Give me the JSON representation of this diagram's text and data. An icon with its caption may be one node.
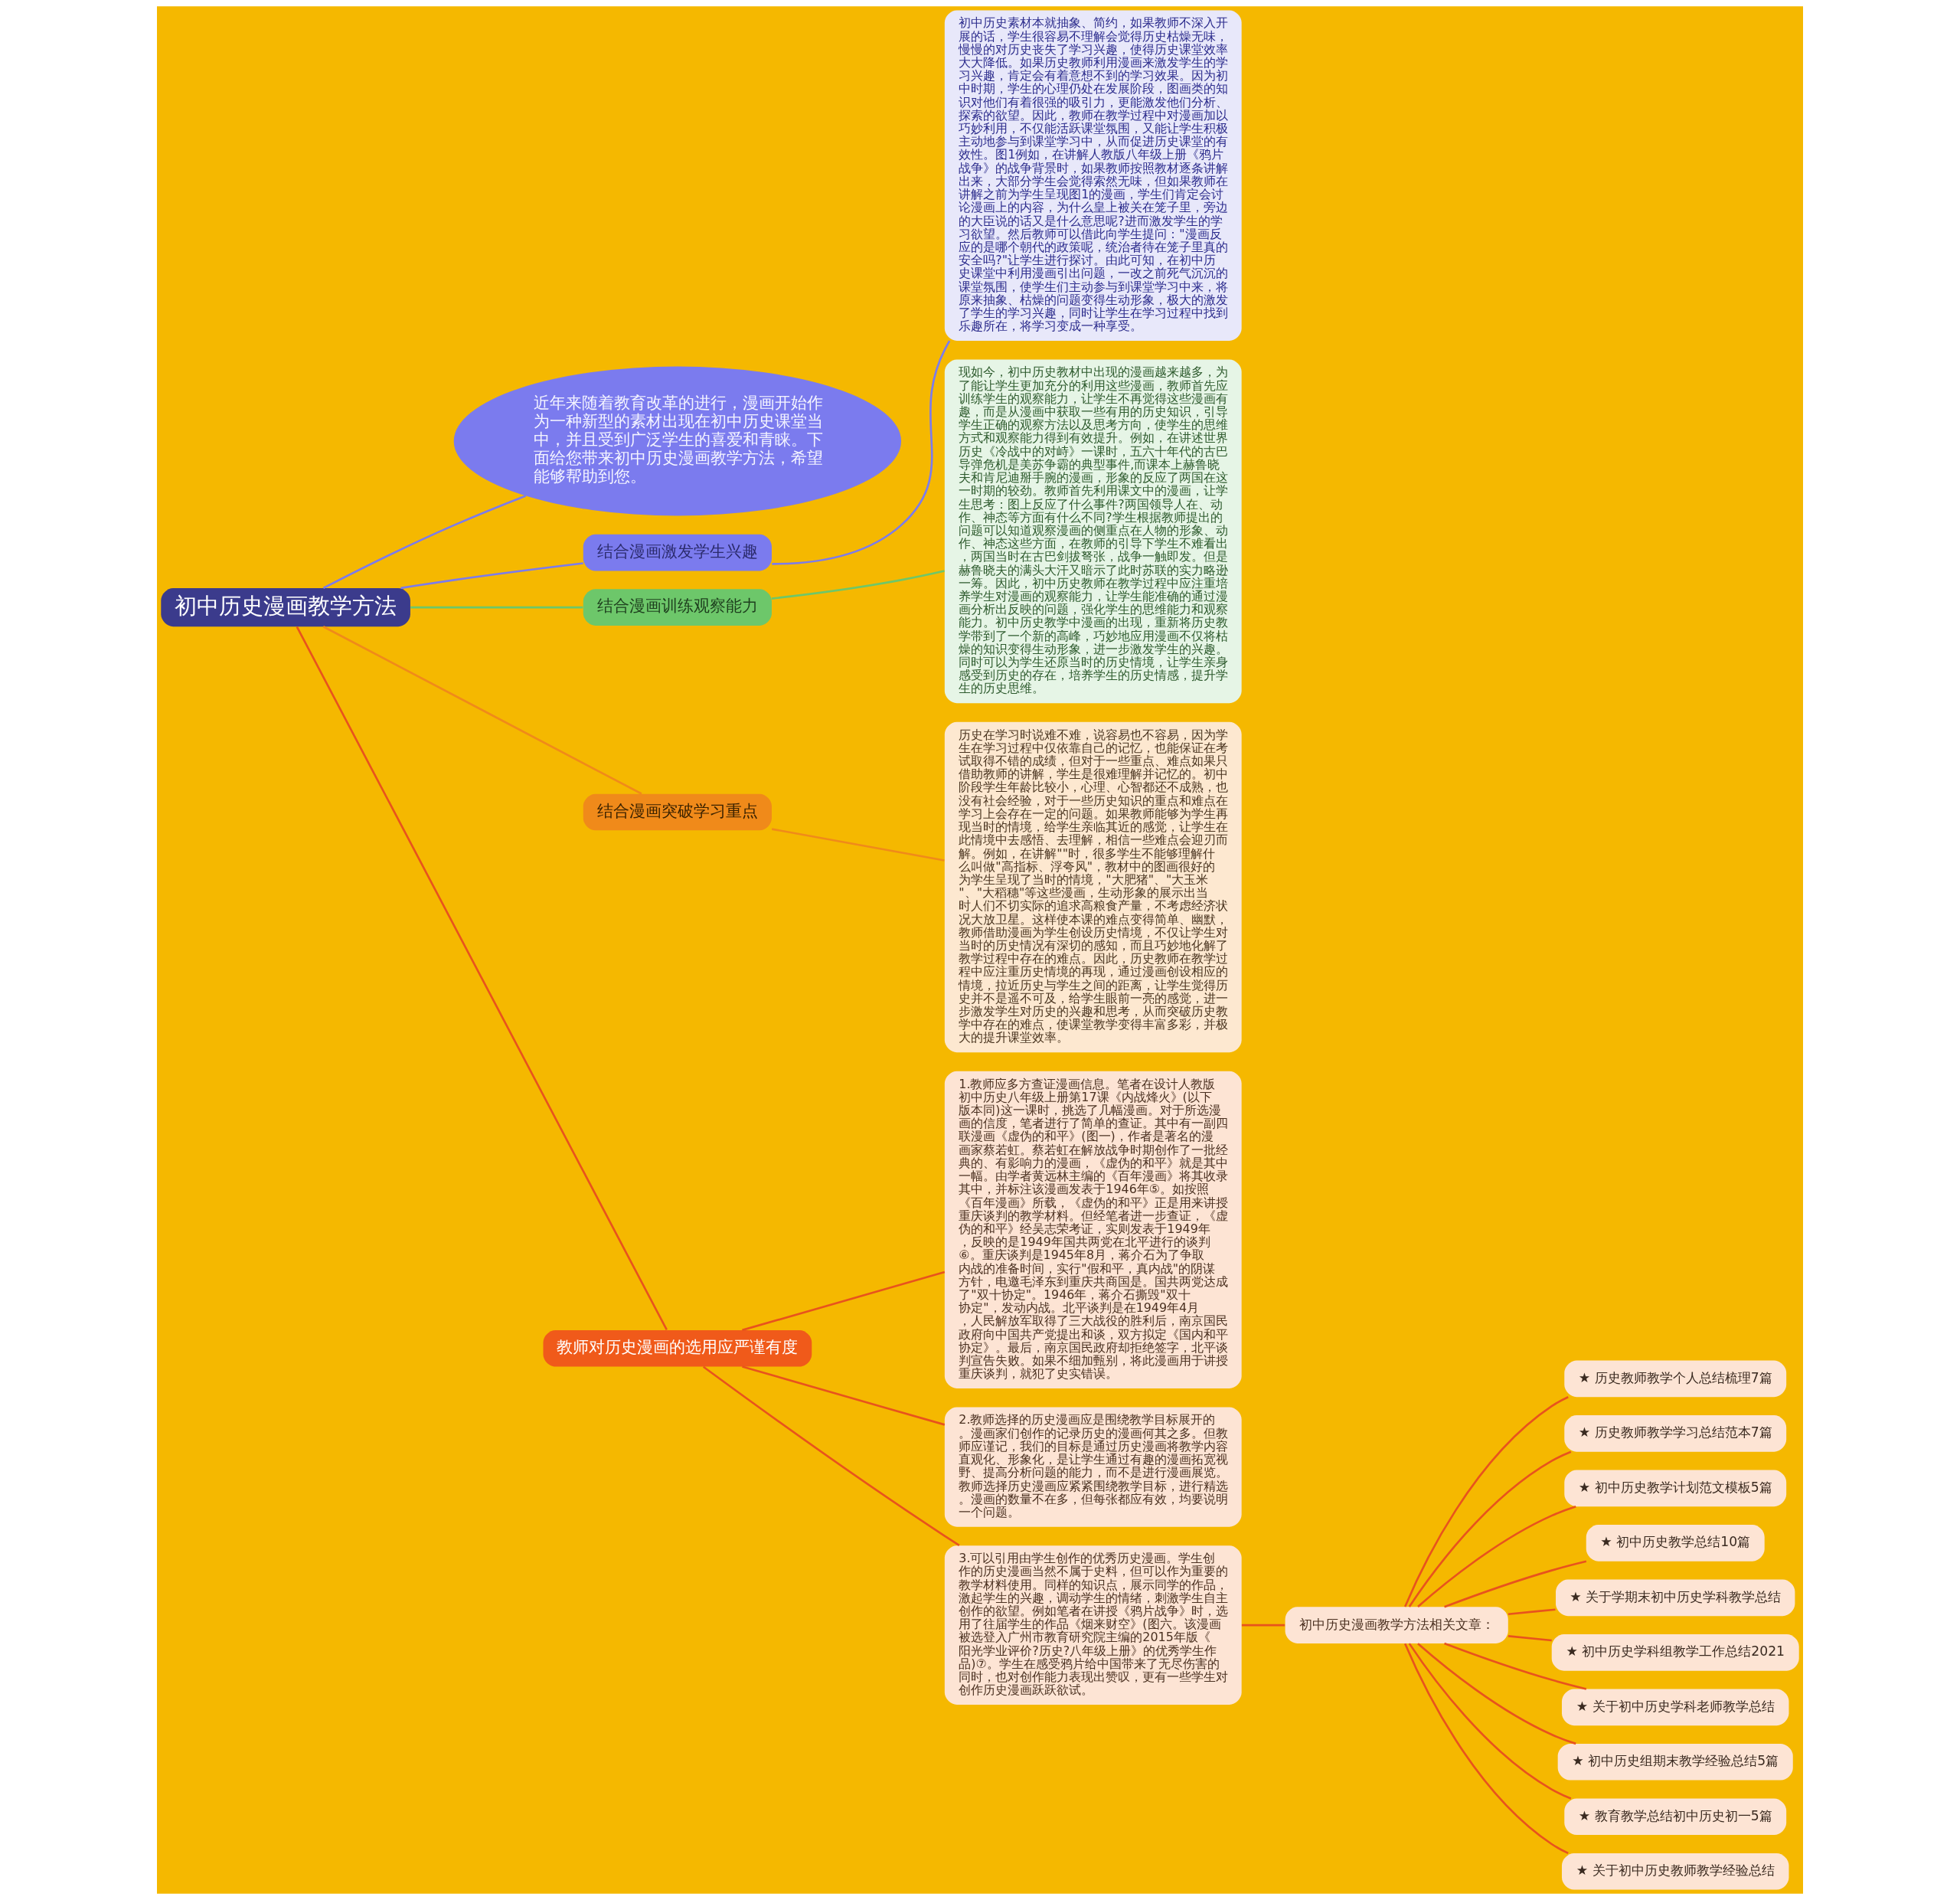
{
  "diagram": {
    "nodes": [
      {
        "text": [
          "初中历史漫画教学方法"
        ]
      },
      {
        "text": [
          "近年来随着教育改革的进行，漫画开始作为一种新型的素材出现在初中历史课堂当中，并且受到广泛学生的喜爱和青睐。下面给您带来初中历史漫画教学方法，希望能够帮助到您。"
        ]
      },
      {
        "text": [
          "结合漫画激发学生兴趣"
        ]
      },
      {
        "text": [
          "初中历史素材本就抽象、简约，如果教师不深入开展的话，学生很容易不理解会觉得历史枯燥无味，慢慢的对历史丧失了学习兴趣，使得历史课堂效率大大降低。如果历史教师利用漫画来激发学生的学习兴趣，肯定会有着意想不到的学习效果。因为初中时期，学生的心理仍处在发展阶段，图画类的知识对他们有着很强的吸引力，更能激发他们分析、探索的欲望。因此，教师在教学过程中对漫画加以巧妙利用，不仅能活跃课堂氛围，又能让学生积极主动地参与到课堂学习中，从而促进历史课堂的有效性。图1例如，在讲解人教版八年级上册《鸦片战争》的战争背景时，如果教师按照教材逐条讲解出来，大部分学生会觉得索然无味，但如果教师在讲解之前为学生呈现图1的漫画，学生们肯定会讨论漫画上的内容，为什么皇上被关在笼子里，旁边的大臣说的话又是什么意思呢?进而激发学生的学习欲望。然后教师可以借此向学生提问：\"漫画反应的是哪个朝代的政策呢，统治者待在笼子里真的安全吗?\"让学生进行探讨。由此可知，在初中历史课堂中利用漫画引出问题，一改之前死气沉沉的课堂氛围，使学生们主动参与到课堂学习中来，将原来抽象、枯燥的问题变得生动形象，极大的激发了学生的学习兴趣，同时让学生在学习过程中找到乐趣所在，将学习变成一种享受。"
        ]
      },
      {
        "text": [
          "结合漫画训练观察能力"
        ]
      },
      {
        "text": [
          "现如今，初中历史教材中出现的漫画越来越多，为了能让学生更加充分的利用这些漫画，教师首先应训练学生的观察能力，让学生不再觉得这些漫画有趣，而是从漫画中获取一些有用的历史知识，引导学生正确的观察方法以及思考方向，使学生的思维方式和观察能力得到有效提升。例如，在讲述世界历史《冷战中的对峙》一课时，五六十年代的古巴导弹危机是美苏争霸的典型事件,而课本上赫鲁晓夫和肯尼迪掰手腕的漫画，形象的反应了两国在这一时期的较劲。教师首先利用课文中的漫画，让学生思考：图上反应了什么事件?两国领导人在、动作、神态等方面有什么不同?学生根据教师提出的问题可以知道观察漫画的侧重点在人物的形象、动作、神态这些方面，在教师的引导下学生不难看出，两国当时在古巴剑拔弩张，战争一触即发。但是赫鲁晓夫的满头大汗又暗示了此时苏联的实力略逊一筹。因此，初中历史教师在教学过程中应注重培养学生对漫画的观察能力，让学生能准确的通过漫画分析出反映的问题，强化学生的思维能力和观察能力。初中历史教学中漫画的出现，重新将历史教学带到了一个新的高峰，巧妙地应用漫画不仅将枯燥的知识变得生动形象，进一步激发学生的兴趣。同时可以为学生还原当时的历史情境，让学生亲身感受到历史的存在，培养学生的历史情感，提升学生的历史思维。"
        ]
      },
      {
        "text": [
          "结合漫画突破学习重点"
        ]
      },
      {
        "text": [
          "历史在学习时说难不难，说容易也不容易，因为学生在学习过程中仅依靠自己的记忆，也能保证在考试取得不错的成绩，但对于一些重点、难点如果只借助教师的讲解，学生是很难理解并记忆的。初中阶段学生年龄比较小，心理、心智都还不成熟，也没有社会经验，对于一些历史知识的重点和难点在学习上会存在一定的问题。如果教师能够为学生再现当时的情境，给学生亲临其近的感觉，让学生在此情境中去感悟、去理解，相信一些难点会迎刃而解。例如，在讲解\"\"时，很多学生不能够理解什么叫做\"高指标、浮夸风\"，教材中的图画很好的为学生呈现了当时的情境，\"大肥猪\"、\"大玉米\"、\"大稻穗\"等这些漫画，生动形象的展示出当时人们不切实际的追求高粮食产量，不考虑经济状况大放卫星。这样使本课的难点变得简单、幽默，教师借助漫画为学生创设历史情境，不仅让学生对当时的历史情况有深切的感知，而且巧妙地化解了教学过程中存在的难点。因此，历史教师在教学过程中应注重历史情境的再现，通过漫画创设相应的情境，拉近历史与学生之间的距离，让学生觉得历史并不是遥不可及，给学生眼前一亮的感觉，进一步激发学生对历史的兴趣和思考，从而突破历史教学中存在的难点，使课堂教学变得丰富多彩，并极大的提升课堂效率。"
        ]
      },
      {
        "text": [
          "教师对历史漫画的选用应严谨有度"
        ]
      },
      {
        "text": [
          "1.教师应多方查证漫画信息。笔者在设计人教版初中历史八年级上册第17课《内战烽火》(以下版本同)这一课时，挑选了几幅漫画。对于所选漫画的信度，笔者进行了简单的查证。其中有一副四联漫画《虚伪的和平》(图一)，作者是著名的漫画家蔡若虹。蔡若虹在解放战争时期创作了一批经典的、有影响力的漫画，《虚伪的和平》就是其中一幅。由学者黄远林主编的《百年漫画》将其收录其中，并标注该漫画发表于1946年⑤。如按照《百年漫画》所载，《虚伪的和平》正是用来讲授重庆谈判的教学材料。但经笔者进一步查证，《虚伪的和平》经吴志荣考证，实则发表于1949年，反映的是1949年国共两党在北平进行的谈判⑥。重庆谈判是1945年8月，蒋介石为了争取内战的准备时间，实行\"假和平，真内战\"的阴谋方针，电邀毛泽东到重庆共商国是。国共两党达成了\"双十协定\"。1946年，蒋介石撕毁\"双十协定\"，发动内战。北平谈判是在1949年4月，人民解放军取得了三大战役的胜利后，南京国民政府向中国共产党提出和谈，双方拟定《国内和平协定》。最后，南京国民政府却拒绝签字，北平谈判宣告失败。如果不细加甄别，将此漫画用于讲授重庆谈判，就犯了史实错误。"
        ]
      },
      {
        "text": [
          "2.教师选择的历史漫画应是围绕教学目标展开的。漫画家们创作的记录历史的漫画何其之多。但教师应谨记，我们的目标是通过历史漫画将教学内容直观化、形象化，是让学生通过有趣的漫画拓宽视野、提高分析问题的能力，而不是进行漫画展览。教师选择历史漫画应紧紧围绕教学目标，进行精选。漫画的数量不在多，但每张都应有效，均要说明一个问题。"
        ]
      },
      {
        "text": [
          "3.可以引用由学生创作的优秀历史漫画。学生创作的历史漫画当然不属于史料，但可以作为重要的教学材料使用。同样的知识点，展示同学的作品，激起学生的兴趣，调动学生的情绪，刺激学生自主创作的欲望。例如笔者在讲授《鸦片战争》时，选用了往届学生的作品《烟来财空》(图六。该漫画被选登入广州市教育研究院主编的2015年版《阳光学业评价?历史?八年级上册》的优秀学生作品)⑦。学生在感受鸦片给中国带来了无尽伤害的同时，也对创作能力表现出赞叹，更有一些学生对创作历史漫画跃跃欲试。"
        ]
      },
      {
        "text": [
          "初中历史漫画教学方法相关文章："
        ]
      },
      {
        "text": [
          "★ 历史教师教学个人总结梳理7篇"
        ]
      },
      {
        "text": [
          "★ 历史教师教学学习总结范本7篇"
        ]
      },
      {
        "text": [
          "★ 初中历史教学计划范文模板5篇"
        ]
      },
      {
        "text": [
          "★ 初中历史教学总结10篇"
        ]
      },
      {
        "text": [
          "★ 关于学期末初中历史学科教学总结"
        ]
      },
      {
        "text": [
          "★ 初中历史学科组教学工作总结2021"
        ]
      },
      {
        "text": [
          "★ 关于初中历史学科老师教学总结"
        ]
      },
      {
        "text": [
          "★ 初中历史组期末教学经验总结5篇"
        ]
      },
      {
        "text": [
          "★ 教育教学总结初中历史初一5篇"
        ]
      },
      {
        "text": [
          "★ 关于初中历史教师教学经验总结"
        ]
      }
    ],
    "edges": [
      {
        "from": 0,
        "to": 1,
        "arrow": "none",
        "color": "#7b7bee"
      },
      {
        "from": 0,
        "to": 2,
        "arrow": "none",
        "color": "#7b7bee"
      },
      {
        "from": 2,
        "to": 3,
        "arrow": "none",
        "color": "#7b7bee"
      },
      {
        "from": 0,
        "to": 4,
        "arrow": "none",
        "color": "#6dc76a"
      },
      {
        "from": 4,
        "to": 5,
        "arrow": "none",
        "color": "#6dc76a"
      },
      {
        "from": 0,
        "to": 6,
        "arrow": "none",
        "color": "#f08a1a"
      },
      {
        "from": 6,
        "to": 7,
        "arrow": "none",
        "color": "#f08a1a"
      },
      {
        "from": 0,
        "to": 8,
        "arrow": "none"
      },
      {
        "from": 8,
        "to": 9,
        "arrow": "none"
      },
      {
        "from": 8,
        "to": 10,
        "arrow": "none"
      },
      {
        "from": 8,
        "to": 11,
        "arrow": "none"
      },
      {
        "from": 11,
        "to": 12,
        "arrow": "none"
      },
      {
        "from": 12,
        "to": 13,
        "arrow": "none"
      },
      {
        "from": 12,
        "to": 14,
        "arrow": "none"
      },
      {
        "from": 12,
        "to": 15,
        "arrow": "none"
      },
      {
        "from": 12,
        "to": 16,
        "arrow": "none"
      },
      {
        "from": 12,
        "to": 17,
        "arrow": "none"
      },
      {
        "from": 12,
        "to": 18,
        "arrow": "none"
      },
      {
        "from": 12,
        "to": 19,
        "arrow": "none"
      },
      {
        "from": 12,
        "to": 20,
        "arrow": "none"
      },
      {
        "from": 12,
        "to": 21,
        "arrow": "none"
      },
      {
        "from": 12,
        "to": 22,
        "arrow": "none"
      }
    ]
  }
}
